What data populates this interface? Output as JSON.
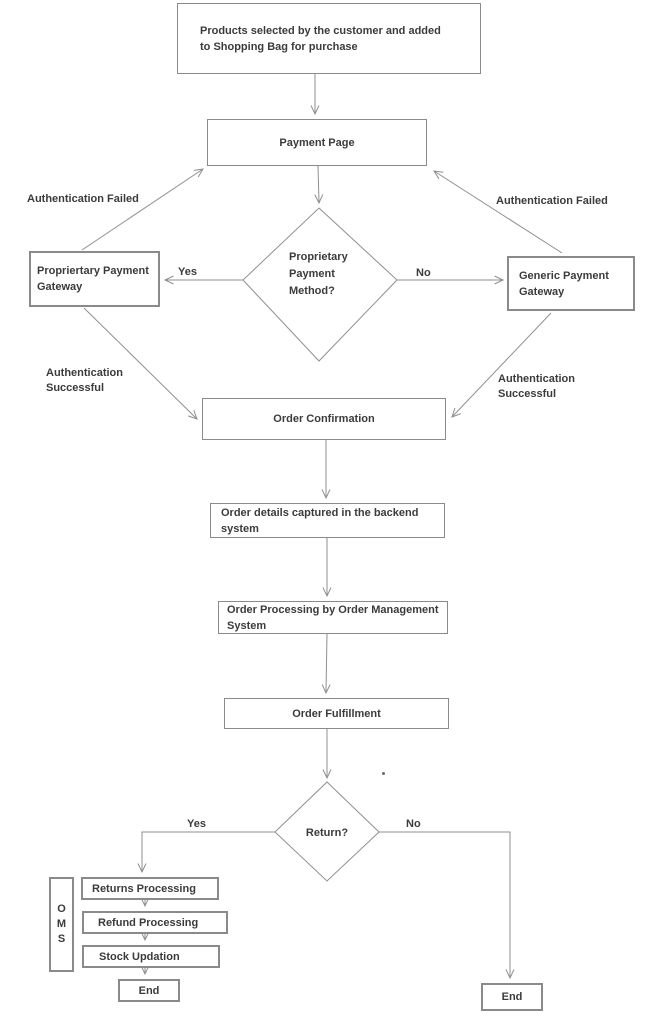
{
  "flowchart": {
    "nodes": {
      "start": {
        "label": "Products selected by the customer and added to Shopping Bag for purchase"
      },
      "payment_page": {
        "label": "Payment Page"
      },
      "decision_payment": {
        "label": "Proprietary Payment Method?"
      },
      "proprietary_gateway": {
        "label": "Propriertary Payment Gateway"
      },
      "generic_gateway": {
        "label": "Generic Payment Gateway"
      },
      "order_confirmation": {
        "label": "Order Confirmation"
      },
      "order_details": {
        "label": "Order details captured in the backend system"
      },
      "order_processing": {
        "label": "Order Processing by Order Management System"
      },
      "order_fulfillment": {
        "label": "Order Fulfillment"
      },
      "decision_return": {
        "label": "Return?"
      },
      "oms": {
        "letters": [
          "O",
          "M",
          "S"
        ]
      },
      "returns_processing": {
        "label": "Returns Processing"
      },
      "refund_processing": {
        "label": "Refund Processing"
      },
      "stock_updation": {
        "label": "Stock Updation"
      },
      "end_left": {
        "label": "End"
      },
      "end_right": {
        "label": "End"
      }
    },
    "edge_labels": {
      "auth_failed_left": "Authentication Failed",
      "auth_failed_right": "Authentication Failed",
      "yes_payment": "Yes",
      "no_payment": "No",
      "auth_success_left": "Authentication Successful",
      "auth_success_right": "Authentication Successful",
      "yes_return": "Yes",
      "no_return": "No"
    },
    "colors": {
      "line": "#8f8f8f",
      "border": "#8a8a8a",
      "text": "#3b3b3b",
      "background": "#ffffff"
    }
  }
}
